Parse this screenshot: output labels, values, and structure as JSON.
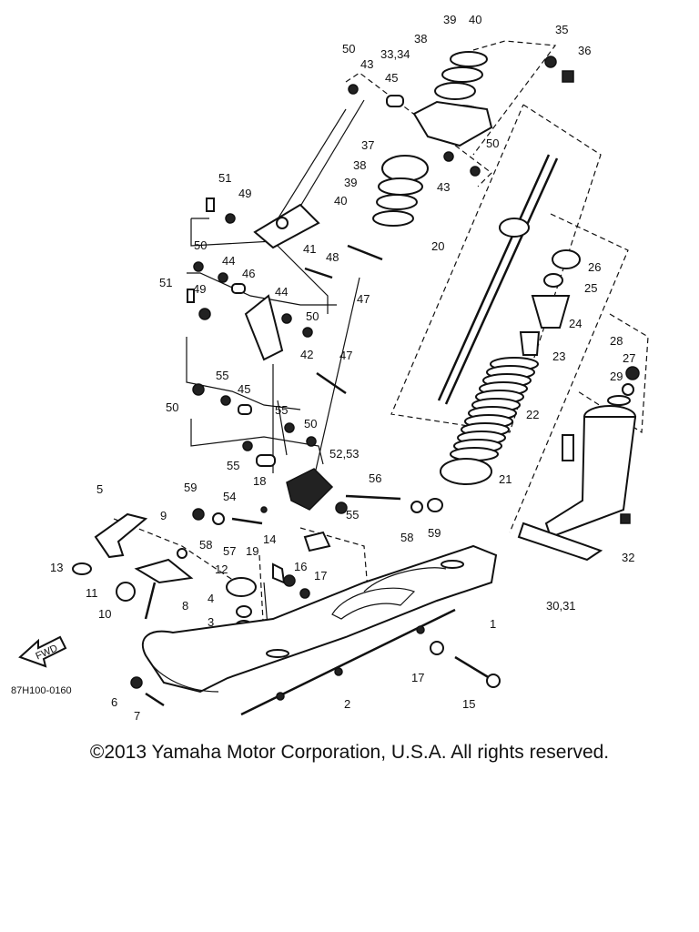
{
  "diagram": {
    "ref_code": "87H100-0160",
    "fwd_label": "FWD",
    "copyright": "©2013 Yamaha Motor Corporation, U.S.A. All rights reserved.",
    "callouts": [
      "39",
      "40",
      "35",
      "36",
      "50",
      "43",
      "38",
      "33,34",
      "45",
      "50",
      "43",
      "37",
      "38",
      "39",
      "40",
      "51",
      "49",
      "41",
      "48",
      "20",
      "26",
      "25",
      "50",
      "44",
      "46",
      "47",
      "51",
      "49",
      "44",
      "50",
      "42",
      "24",
      "23",
      "47",
      "28",
      "27",
      "29",
      "55",
      "45",
      "50",
      "55",
      "50",
      "22",
      "21",
      "55",
      "18",
      "52,53",
      "56",
      "54",
      "59",
      "5",
      "9",
      "58",
      "57",
      "55",
      "58",
      "59",
      "14",
      "19",
      "16",
      "17",
      "12",
      "13",
      "11",
      "4",
      "10",
      "8",
      "3",
      "1",
      "30,31",
      "32",
      "17",
      "6",
      "7",
      "2",
      "15"
    ]
  }
}
